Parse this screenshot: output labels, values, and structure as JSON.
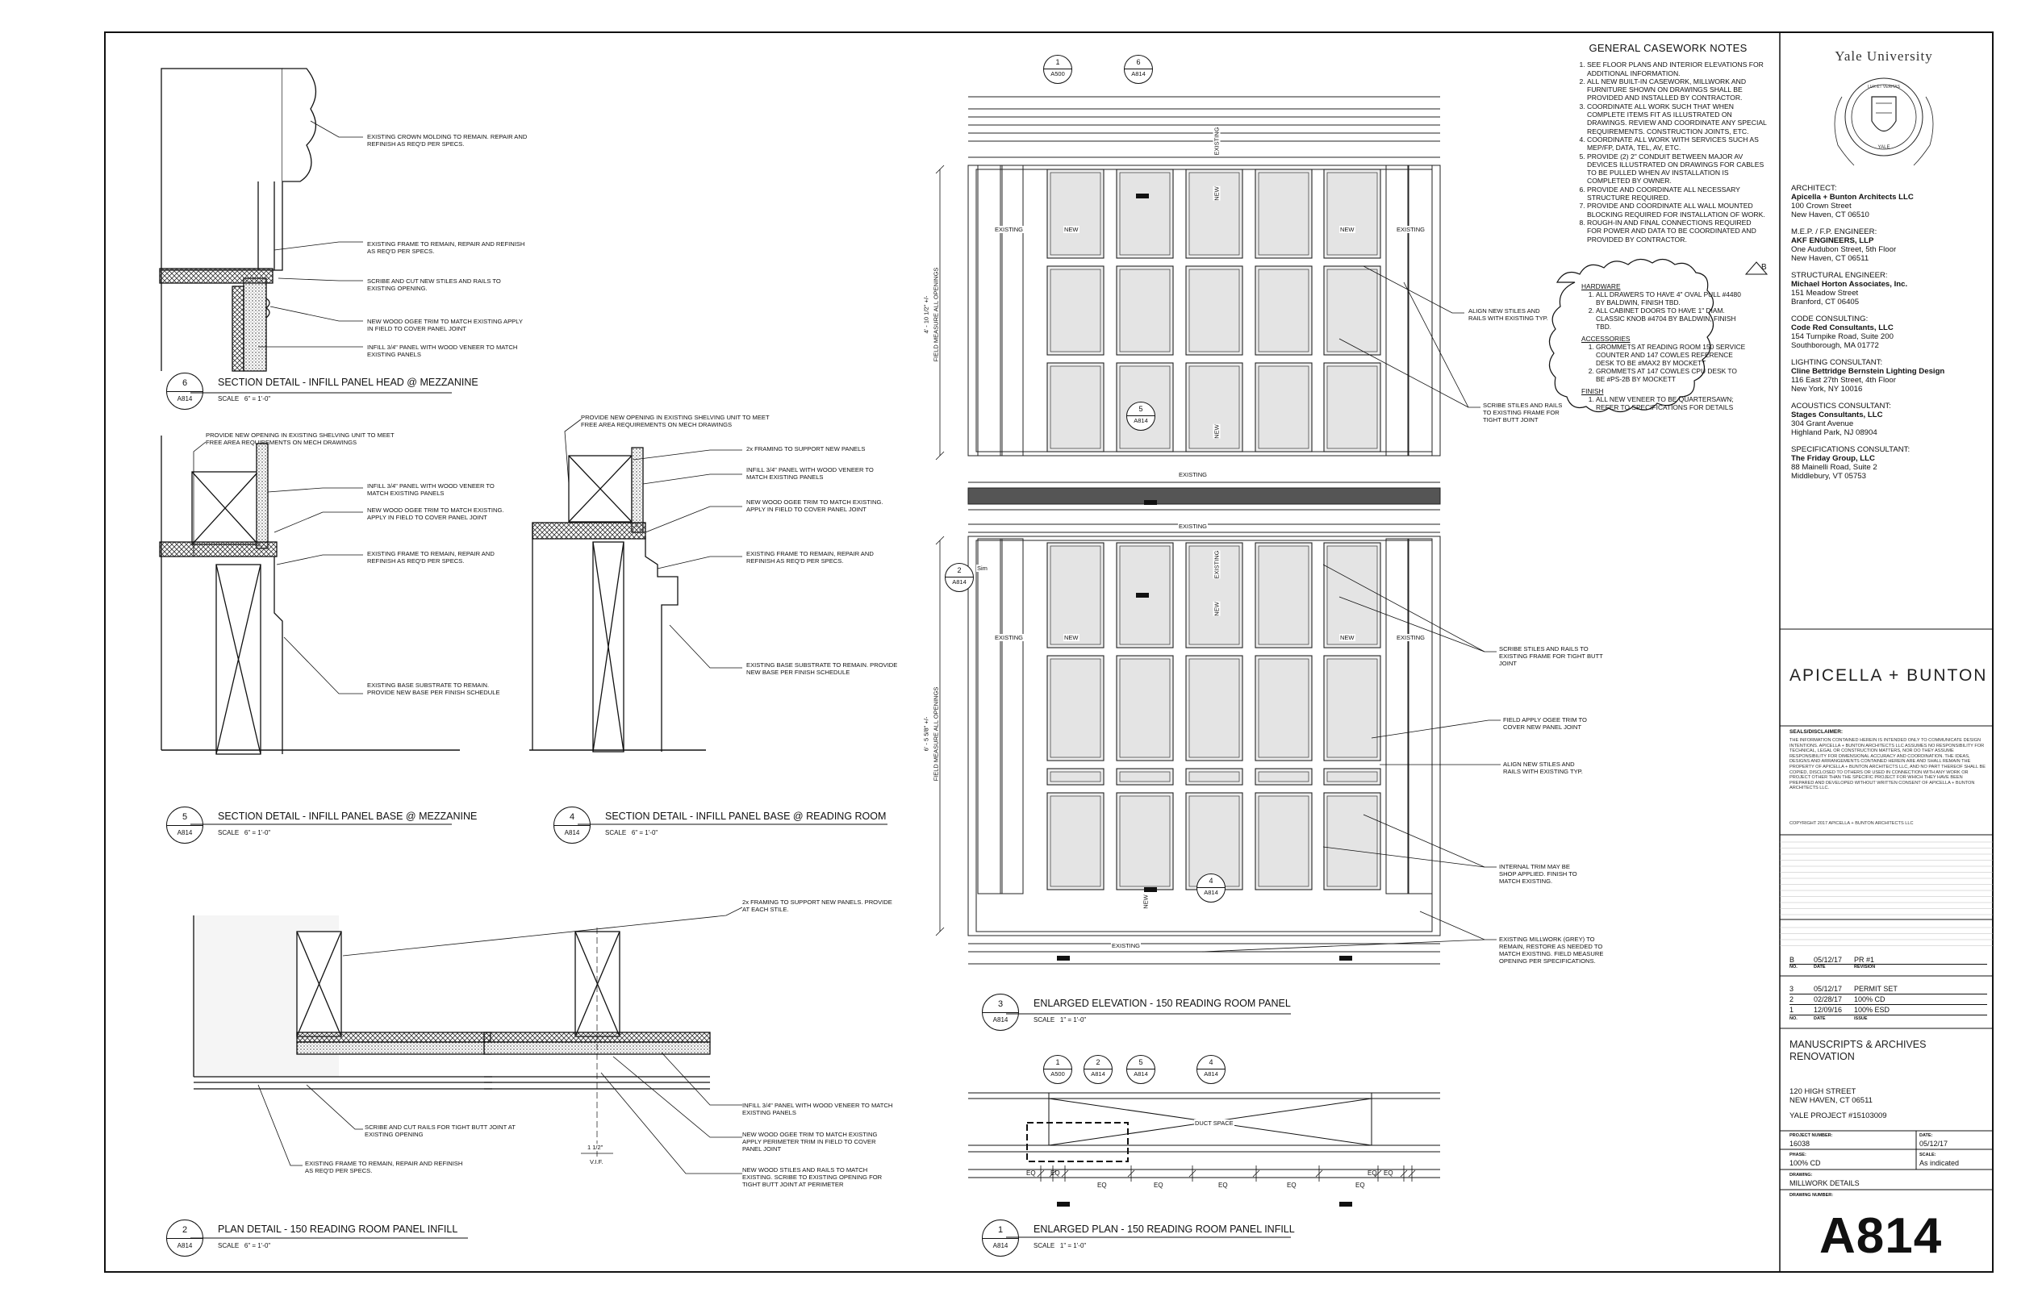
{
  "sheet": {
    "number": "A814",
    "drawing_title": "MILLWORK DETAILS",
    "phase": "100% CD",
    "project_number": "16038",
    "date": "05/12/17",
    "scale": "As indicated"
  },
  "university": {
    "name": "Yale University",
    "seal_motto": "LUX ET VERITAS",
    "seal_text": "YALE"
  },
  "consultants": [
    {
      "role": "ARCHITECT:",
      "name": "Apicella + Bunton Architects LLC",
      "addr1": "100 Crown Street",
      "addr2": "New Haven, CT 06510"
    },
    {
      "role": "M.E.P. / F.P. ENGINEER:",
      "name": "AKF ENGINEERS, LLP",
      "addr1": "One Audubon Street, 5th Floor",
      "addr2": "New Haven, CT 06511"
    },
    {
      "role": "STRUCTURAL ENGINEER:",
      "name": "Michael Horton Associates, Inc.",
      "addr1": "151 Meadow Street",
      "addr2": "Branford, CT 06405"
    },
    {
      "role": "CODE CONSULTING:",
      "name": "Code Red Consultants, LLC",
      "addr1": "154 Turnpike Road, Suite 200",
      "addr2": "Southborough, MA 01772"
    },
    {
      "role": "LIGHTING CONSULTANT:",
      "name": "Cline Bettridge Bernstein Lighting Design",
      "addr1": "116 East 27th Street, 4th Floor",
      "addr2": "New York, NY 10016"
    },
    {
      "role": "ACOUSTICS CONSULTANT:",
      "name": "Stages Consultants, LLC",
      "addr1": "304 Grant Avenue",
      "addr2": "Highland Park, NJ 08904"
    },
    {
      "role": "SPECIFICATIONS CONSULTANT:",
      "name": "The Friday Group, LLC",
      "addr1": "88 Mainelli Road, Suite 2",
      "addr2": "Middlebury, VT 05753"
    }
  ],
  "firm_logo": "APICELLA + BUNTON",
  "disclaimer": {
    "title": "SEALS/DISCLAIMER:",
    "body": "THE INFORMATION CONTAINED HEREIN IS INTENDED ONLY TO COMMUNICATE DESIGN INTENTIONS. APICELLA + BUNTON ARCHITECTS LLC ASSUMES NO RESPONSIBILITY FOR TECHNICAL, LEGAL OR CONSTRUCTION MATTERS, NOR DO THEY ASSUME RESPONSIBILITY FOR DIMENSIONAL ACCURACY AND COORDINATION. THE IDEAS, DESIGNS AND ARRANGEMENTS CONTAINED HEREIN ARE AND SHALL REMAIN THE PROPERTY OF APICELLA + BUNTON ARCHITECTS LLC, AND NO PART THEREOF SHALL BE COPIED, DISCLOSED TO OTHERS OR USED IN CONNECTION WITH ANY WORK OR PROJECT OTHER THAN THE SPECIFIC PROJECT FOR WHICH THEY HAVE BEEN PREPARED AND DEVELOPED WITHOUT WRITTEN CONSENT OF APICELLA + BUNTON ARCHITECTS LLC.",
    "copyright": "COPYRIGHT 2017 APICELLA + BUNTON ARCHITECTS LLC"
  },
  "revisions": {
    "rows": [
      {
        "no": "B",
        "date": "05/12/17",
        "desc": "PR #1"
      }
    ],
    "head": {
      "no": "NO.",
      "date": "DATE",
      "desc": "REVISION"
    }
  },
  "issues": {
    "rows": [
      {
        "no": "3",
        "date": "05/12/17",
        "desc": "PERMIT SET"
      },
      {
        "no": "2",
        "date": "02/28/17",
        "desc": "100% CD"
      },
      {
        "no": "1",
        "date": "12/09/16",
        "desc": "100% ESD"
      }
    ],
    "head": {
      "no": "NO.",
      "date": "DATE",
      "desc": "ISSUE"
    }
  },
  "project": {
    "title1": "MANUSCRIPTS & ARCHIVES",
    "title2": "RENOVATION",
    "addr1": "120 HIGH STREET",
    "addr2": "NEW HAVEN, CT 06511",
    "yale_project": "YALE PROJECT #15103009"
  },
  "labels": {
    "project_number": "PROJECT NUMBER:",
    "date": "DATE:",
    "phase": "PHASE:",
    "scale": "SCALE:",
    "drawing": "DRAWING:",
    "drawing_number": "DRAWING NUMBER:"
  },
  "general_notes": {
    "title": "GENERAL CASEWORK NOTES",
    "items": [
      "SEE FLOOR PLANS AND INTERIOR ELEVATIONS FOR ADDITIONAL INFORMATION.",
      "ALL NEW BUILT-IN CASEWORK, MILLWORK AND FURNITURE SHOWN ON DRAWINGS SHALL BE PROVIDED AND INSTALLED BY CONTRACTOR.",
      "COORDINATE ALL WORK SUCH THAT WHEN COMPLETE ITEMS FIT AS ILLUSTRATED ON DRAWINGS. REVIEW AND COORDINATE ANY SPECIAL REQUIREMENTS. CONSTRUCTION JOINTS, ETC.",
      "COORDINATE ALL WORK WITH SERVICES SUCH AS MEP/FP, DATA, TEL, AV, ETC.",
      "PROVIDE (2) 2\" CONDUIT BETWEEN MAJOR AV DEVICES ILLUSTRATED ON DRAWINGS FOR CABLES TO BE PULLED WHEN AV INSTALLATION IS COMPLETED BY OWNER.",
      "PROVIDE AND COORDINATE ALL NECESSARY STRUCTURE REQUIRED.",
      "PROVIDE AND COORDINATE ALL WALL MOUNTED BLOCKING REQUIRED FOR INSTALLATION OF WORK.",
      "ROUGH-IN AND FINAL CONNECTIONS REQUIRED FOR POWER AND DATA TO BE COORDINATED AND PROVIDED BY CONTRACTOR."
    ]
  },
  "cloud_notes": {
    "rev_tag": "B",
    "hardware_title": "HARDWARE",
    "hardware": [
      "ALL DRAWERS TO HAVE 4\" OVAL PULL #4480 BY BALDWIN, FINISH TBD.",
      "ALL CABINET DOORS TO HAVE 1\" DIAM. CLASSIC KNOB #4704 BY BALDWIN, FINISH TBD."
    ],
    "accessories_title": "ACCESSORIES",
    "accessories": [
      "GROMMETS AT READING ROOM 150 SERVICE COUNTER AND 147 COWLES REFERENCE DESK TO BE #MAX2 BY MOCKETT",
      "GROMMETS AT 147 COWLES CPU DESK TO BE #PS-2B BY MOCKETT"
    ],
    "finish_title": "FINISH",
    "finish": [
      "ALL NEW VENEER TO BE QUARTERSAWN; REFER TO SPECIFICATIONS FOR DETAILS"
    ]
  },
  "details": {
    "d6": {
      "num": "6",
      "sheet": "A814",
      "title": "SECTION DETAIL - INFILL PANEL HEAD @ MEZZANINE",
      "scale": "SCALE   6\" = 1'-0\""
    },
    "d5": {
      "num": "5",
      "sheet": "A814",
      "title": "SECTION DETAIL - INFILL PANEL BASE @ MEZZANINE",
      "scale": "SCALE   6\" = 1'-0\""
    },
    "d4": {
      "num": "4",
      "sheet": "A814",
      "title": "SECTION DETAIL - INFILL PANEL BASE @ READING ROOM",
      "scale": "SCALE   6\" = 1'-0\""
    },
    "d2": {
      "num": "2",
      "sheet": "A814",
      "title": "PLAN DETAIL - 150 READING ROOM PANEL INFILL",
      "scale": "SCALE   6\" = 1'-0\""
    },
    "d3": {
      "num": "3",
      "sheet": "A814",
      "title": "ENLARGED ELEVATION - 150 READING ROOM PANEL",
      "scale": "SCALE   1\" = 1'-0\""
    },
    "d1": {
      "num": "1",
      "sheet": "A814",
      "title": "ENLARGED PLAN - 150 READING ROOM PANEL INFILL",
      "scale": "SCALE   1\" = 1'-0\""
    }
  },
  "annotations": {
    "d6_a": "EXISTING CROWN MOLDING TO REMAIN. REPAIR AND REFINISH AS REQ'D PER SPECS.",
    "d6_b": "EXISTING FRAME TO REMAIN, REPAIR AND REFINISH AS REQ'D PER SPECS.",
    "d6_c": "SCRIBE AND CUT NEW STILES AND RAILS TO EXISTING OPENING.",
    "d6_d": "NEW WOOD OGEE TRIM TO MATCH EXISTING APPLY IN FIELD TO COVER PANEL JOINT",
    "d6_e": "INFILL 3/4\" PANEL WITH WOOD VENEER TO MATCH EXISTING PANELS",
    "d5_a": "PROVIDE NEW OPENING IN EXISTING SHELVING UNIT TO MEET FREE AREA REQUIREMENTS ON MECH DRAWINGS",
    "d5_b": "INFILL 3/4\" PANEL WITH WOOD VENEER TO MATCH EXISTING PANELS",
    "d5_c": "NEW WOOD OGEE TRIM TO MATCH EXISTING. APPLY IN FIELD TO COVER PANEL JOINT",
    "d5_d": "EXISTING FRAME TO REMAIN, REPAIR AND REFINISH AS REQ'D PER SPECS.",
    "d5_e": "EXISTING BASE SUBSTRATE TO REMAIN. PROVIDE NEW BASE PER FINISH SCHEDULE",
    "d4_a": "PROVIDE NEW OPENING IN EXISTING SHELVING UNIT TO MEET FREE AREA REQUIREMENTS ON MECH DRAWINGS",
    "d4_b": "2x FRAMING TO SUPPORT NEW PANELS",
    "d4_c": "INFILL 3/4\" PANEL WITH WOOD VENEER TO MATCH EXISTING PANELS",
    "d4_d": "NEW WOOD OGEE TRIM TO MATCH EXISTING. APPLY IN FIELD TO COVER PANEL JOINT",
    "d4_e": "EXISTING FRAME TO REMAIN, REPAIR AND REFINISH AS REQ'D PER SPECS.",
    "d4_f": "EXISTING BASE SUBSTRATE TO REMAIN. PROVIDE NEW BASE PER FINISH SCHEDULE",
    "d2_a": "2x FRAMING TO SUPPORT NEW PANELS. PROVIDE AT EACH STILE.",
    "d2_b": "SCRIBE AND CUT RAILS FOR TIGHT BUTT JOINT AT EXISTING OPENING",
    "d2_c": "EXISTING FRAME TO REMAIN, REPAIR AND REFINISH AS REQ'D PER SPECS.",
    "d2_d": "INFILL 3/4\" PANEL WITH WOOD VENEER TO MATCH EXISTING PANELS",
    "d2_e": "NEW WOOD OGEE TRIM TO MATCH EXISTING APPLY PERIMETER TRIM IN FIELD TO COVER PANEL JOINT",
    "d2_f": "NEW WOOD STILES AND RAILS TO MATCH EXISTING. SCRIBE TO EXISTING OPENING FOR TIGHT BUTT JOINT AT PERIMETER",
    "d2_dim": "1 1/2\"",
    "d2_vif": "V.I.F.",
    "d3_a": "ALIGN NEW STILES AND RAILS WITH EXISTING TYP.",
    "d3_b": "SCRIBE STILES AND RAILS TO EXISTING FRAME FOR TIGHT BUTT JOINT",
    "d3_c": "SCRIBE STILES AND RAILS TO EXISTING FRAME FOR TIGHT BUTT JOINT",
    "d3_d": "FIELD APPLY OGEE TRIM TO COVER NEW PANEL JOINT",
    "d3_e": "ALIGN NEW STILES AND RAILS WITH EXISTING TYP.",
    "d3_f": "INTERNAL TRIM MAY BE SHOP APPLIED. FINISH TO MATCH EXISTING.",
    "d3_g": "EXISTING MILLWORK (GREY) TO REMAIN, RESTORE AS NEEDED TO MATCH EXISTING. FIELD MEASURE OPENING PER SPECIFICATIONS.",
    "dim_upper": "4' - 10 1/2\" +/-",
    "dim_lower": "6' - 5 5/8\" +/-",
    "field_measure": "FIELD MEASURE ALL OPENINGS",
    "existing": "EXISTING",
    "new": "NEW",
    "sim": "Sim",
    "duct_space": "DUCT SPACE",
    "eq": "EQ"
  },
  "callouts": [
    {
      "num": "1",
      "sheet": "A500"
    },
    {
      "num": "6",
      "sheet": "A814"
    },
    {
      "num": "5",
      "sheet": "A814"
    },
    {
      "num": "2",
      "sheet": "A814"
    },
    {
      "num": "4",
      "sheet": "A814"
    },
    {
      "num": "1",
      "sheet": "A500"
    },
    {
      "num": "2",
      "sheet": "A814"
    },
    {
      "num": "5",
      "sheet": "A814"
    },
    {
      "num": "4",
      "sheet": "A814"
    }
  ]
}
